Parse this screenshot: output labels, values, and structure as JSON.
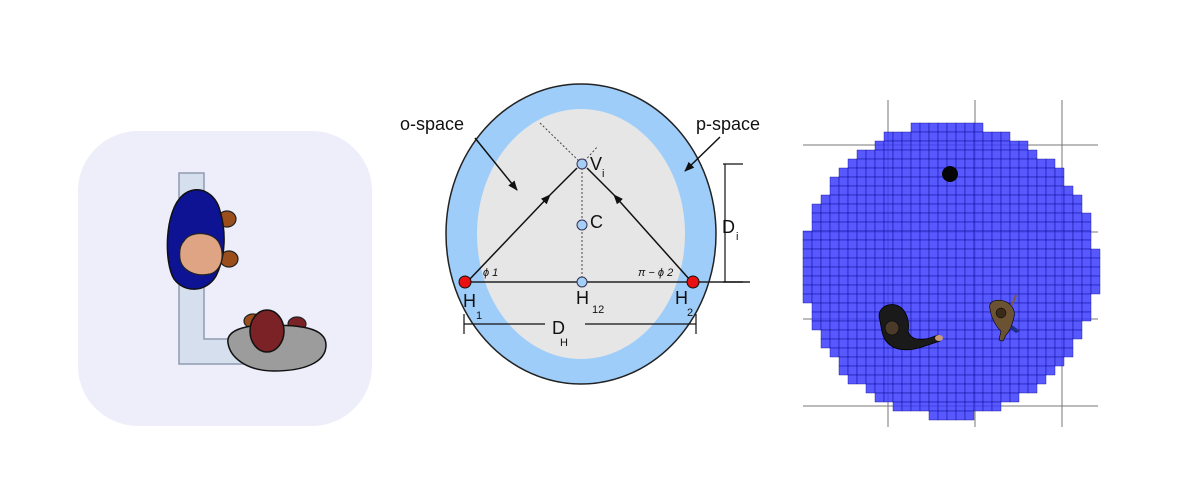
{
  "labels": {
    "o_space": "o-space",
    "p_space": "p-space",
    "v": "V",
    "v_sub": "i",
    "c": "C",
    "d": "D",
    "d_sub": "i",
    "h1": "H",
    "h1_sub": "1",
    "h2": "H",
    "h2_sub": "2",
    "h12": "H",
    "h12_sub": "12",
    "dh": "D",
    "dh_sub": "H",
    "phi1": "ϕ 1",
    "pi_phi2": "π − ϕ 2"
  },
  "colors": {
    "panel_bg": "#eeeefb",
    "bar_fill": "#d6dfee",
    "person1_body": "#0d1393",
    "person1_head": "#dfa483",
    "person2_body": "#9c9c9c",
    "person2_head": "#7a2226",
    "hand": "#8a4a1e",
    "p_space": "#9fcdfa",
    "o_space": "#e6e6e6",
    "head_point": "#e81010",
    "center_point": "#a5cff7",
    "grid_fill": "#3b3bff"
  }
}
